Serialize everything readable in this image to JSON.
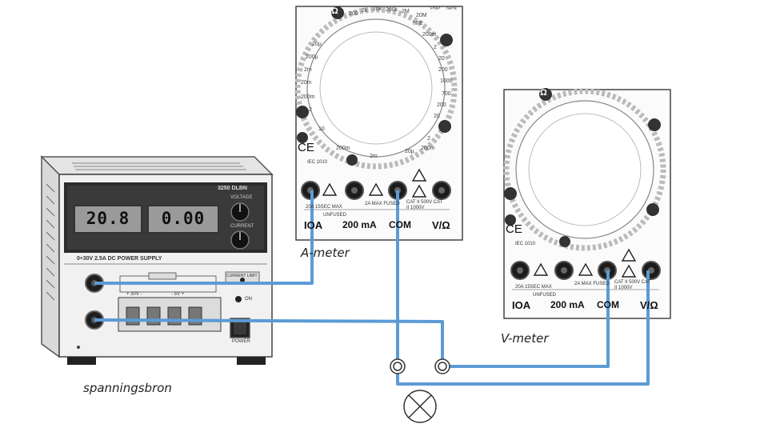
{
  "psu": {
    "display_voltage": "20.8",
    "display_current": "0.00",
    "model": "3250 DLBN",
    "spec": "0÷30V  2.5A  DC POWER SUPPLY",
    "knob_voltage": "VOLTAGE",
    "knob_current": "CURRENT",
    "limit_label": "CURRENT LIMIT",
    "rail_a": "+ 30V -",
    "rail_b": "- 5V +",
    "power_on": "ON",
    "power_label": "POWER",
    "caption": "spanningsbron"
  },
  "ammeter": {
    "caption": "A-meter",
    "ce": "CE",
    "iec": "IEC 1010",
    "jack_10a": "IOA",
    "jack_ma": "200 mA",
    "jack_com": "COM",
    "jack_v": "V/Ω",
    "note_10a": "20A 15SEC MAX",
    "note_ma": "2A MAX FUSED",
    "note_unfused": "UNFUSED",
    "note_cat": "CAT II 500V CAT II 1000V",
    "ohm": "Ω",
    "dial": [
      "200",
      "2k",
      "20k",
      "200k",
      "2M",
      "20M",
      "hFE",
      "PNP",
      "NPN",
      "200m",
      "2",
      "20",
      "200",
      "1000",
      "700",
      "200",
      "20",
      "2",
      "200m",
      "20µ",
      "2m",
      "20m",
      "200m",
      "2",
      "10",
      "20µ",
      "200µ",
      "2m",
      "20m",
      "200m"
    ]
  },
  "voltmeter": {
    "caption": "V-meter",
    "ce": "CE",
    "iec": "IEC 1010",
    "jack_10a": "IOA",
    "jack_ma": "200 mA",
    "jack_com": "COM",
    "jack_v": "V/Ω",
    "note_10a": "20A 15SEC MAX",
    "note_ma": "2A MAX FUSED",
    "note_unfused": "UNFUSED",
    "note_cat": "CAT II 500V CAT II 1000V",
    "ohm": "Ω"
  },
  "wire_color": "#5b9bd5"
}
